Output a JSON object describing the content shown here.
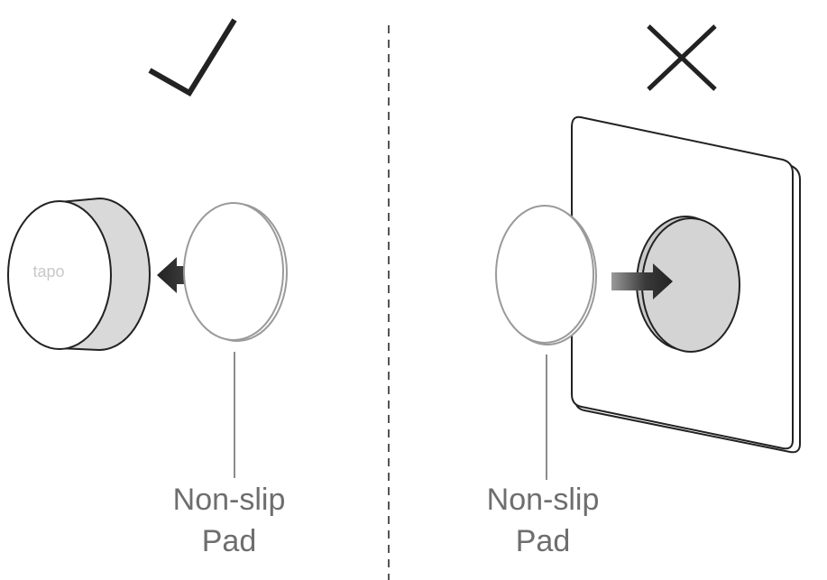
{
  "left_panel": {
    "device_brand": "tapo",
    "callout_line1": "Non-slip",
    "callout_line2": "Pad"
  },
  "right_panel": {
    "callout_line1": "Non-slip",
    "callout_line2": "Pad"
  },
  "colors": {
    "outline": "#222222",
    "grey_line": "#8c8c8c",
    "arrow_dark": "#333333",
    "device_side": "#d9d9d9",
    "magnet_disc": "#d4d4d4",
    "brand_text": "#c8c8c8"
  },
  "icons": {
    "correct": "check-mark-icon",
    "incorrect": "cross-mark-icon"
  }
}
